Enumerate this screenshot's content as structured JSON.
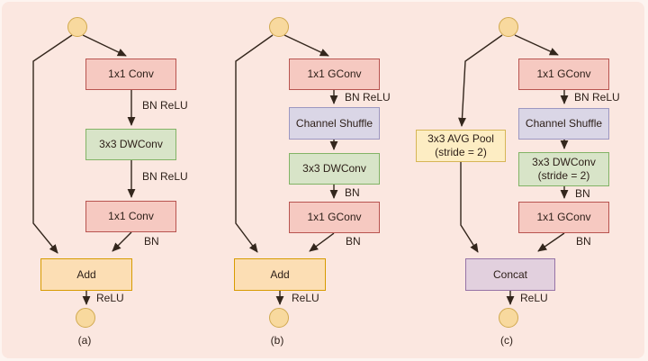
{
  "canvas": {
    "background": "#fbe7e0",
    "frame": "#fdf4f0"
  },
  "palette": {
    "conv_fill": "#f6c9c1",
    "conv_stroke": "#b85450",
    "dwconv_fill": "#d8e4c8",
    "dwconv_stroke": "#82b366",
    "shuffle_fill": "#dad6e6",
    "shuffle_stroke": "#9c97c1",
    "add_fill": "#fcdeb4",
    "add_stroke": "#d79b00",
    "pool_fill": "#fdedc3",
    "pool_stroke": "#d6b656",
    "concat_fill": "#e2d0de",
    "concat_stroke": "#9673a6",
    "io_fill": "#f8d99e",
    "io_stroke": "#d1a94f",
    "line": "#33261c",
    "text": "#2e2019"
  },
  "panels": [
    {
      "caption": "(a)",
      "boxes": {
        "b1": "1x1 Conv",
        "b2": "3x3 DWConv",
        "b3": "1x1 Conv",
        "merge": "Add"
      },
      "edge_labels": {
        "e1": "BN ReLU",
        "e2": "BN ReLU",
        "e3": "BN",
        "out": "ReLU"
      }
    },
    {
      "caption": "(b)",
      "boxes": {
        "b1": "1x1 GConv",
        "shuffle": "Channel Shuffle",
        "b2": "3x3 DWConv",
        "b3": "1x1 GConv",
        "merge": "Add"
      },
      "edge_labels": {
        "e1": "BN ReLU",
        "e2": "BN",
        "e3": "BN",
        "out": "ReLU"
      }
    },
    {
      "caption": "(c)",
      "boxes": {
        "b1": "1x1 GConv",
        "shuffle": "Channel Shuffle",
        "b2_line1": "3x3 DWConv",
        "b2_line2": "(stride = 2)",
        "b3": "1x1 GConv",
        "pool_line1": "3x3 AVG Pool",
        "pool_line2": "(stride = 2)",
        "merge": "Concat"
      },
      "edge_labels": {
        "e1": "BN ReLU",
        "e2": "BN",
        "e3": "BN",
        "out": "ReLU"
      }
    }
  ]
}
